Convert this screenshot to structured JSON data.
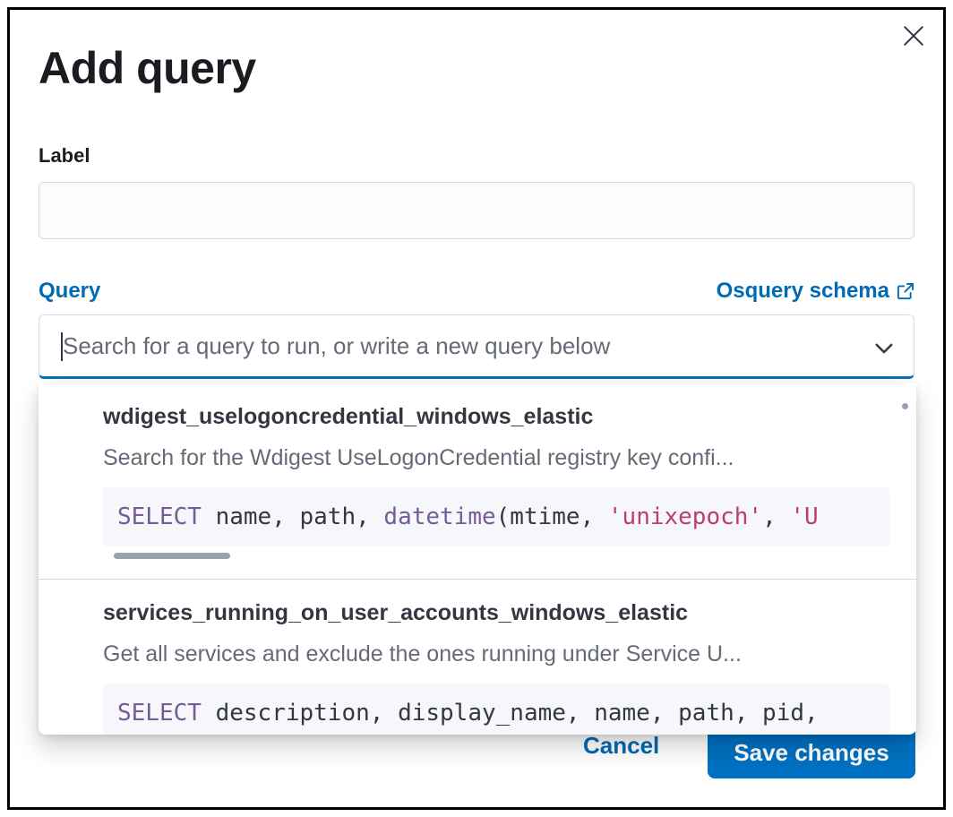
{
  "modal": {
    "title": "Add query"
  },
  "label_field": {
    "label": "Label",
    "value": ""
  },
  "query_section": {
    "label": "Query",
    "schema_link": "Osquery schema",
    "combobox_placeholder": "Search for a query to run, or write a new query below"
  },
  "options": [
    {
      "title": "wdigest_uselogoncredential_windows_elastic",
      "description": "Search for the Wdigest UseLogonCredential registry key confi...",
      "code": [
        {
          "t": "SELECT",
          "c": "kw"
        },
        {
          "t": " name, path, ",
          "c": "plain"
        },
        {
          "t": "datetime",
          "c": "kw"
        },
        {
          "t": "(mtime, ",
          "c": "plain"
        },
        {
          "t": "'unixepoch'",
          "c": "str"
        },
        {
          "t": ", ",
          "c": "plain"
        },
        {
          "t": "'U",
          "c": "str"
        }
      ]
    },
    {
      "title": "services_running_on_user_accounts_windows_elastic",
      "description": "Get all services and exclude the ones running under Service U...",
      "code": [
        {
          "t": "SELECT",
          "c": "kw"
        },
        {
          "t": " description, display_name, name, path, pid,",
          "c": "plain"
        }
      ]
    }
  ],
  "footer": {
    "cancel": "Cancel",
    "save": "Save changes"
  },
  "icons": {
    "close": "✕",
    "chevron_down": "⌄",
    "external_link": "↗"
  },
  "colors": {
    "primary": "#0071c2",
    "link": "#006bb4",
    "text": "#343741",
    "subdued": "#646a77",
    "border": "#d3dae6",
    "code-bg": "#f5f7fa",
    "code-kw": "#765b96",
    "code-str": "#bd3c6f"
  }
}
